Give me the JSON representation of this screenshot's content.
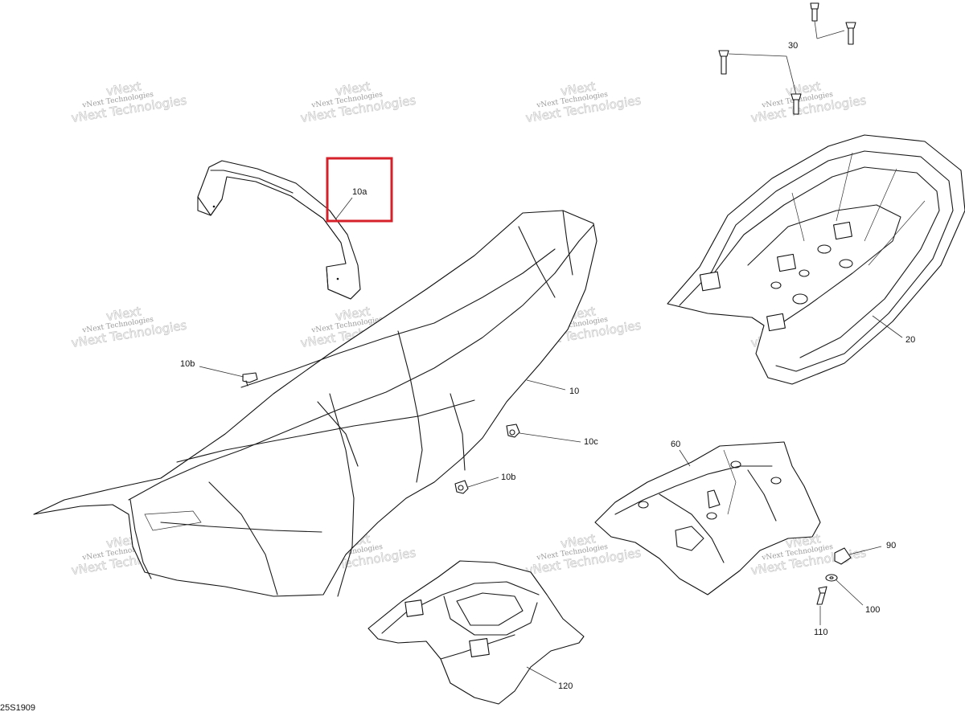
{
  "diagram": {
    "drawing_code": "25S1909",
    "highlight_color": "#d6202a",
    "highlighted_callout": "10a",
    "callouts": {
      "c30": "30",
      "c20": "20",
      "c10a": "10a",
      "c10b_top": "10b",
      "c10": "10",
      "c10c": "10c",
      "c10b_bottom": "10b",
      "c60": "60",
      "c90": "90",
      "c100": "100",
      "c110": "110",
      "c120": "120"
    },
    "watermark": {
      "line1": "vNext Technologies",
      "line2": "vNext Technologies",
      "line3": "vNext"
    }
  }
}
